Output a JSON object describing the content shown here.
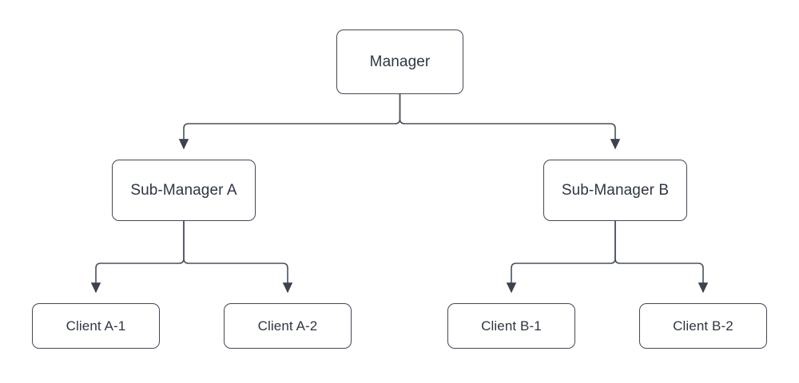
{
  "diagram": {
    "type": "org-chart-tree",
    "orientation": "top-down",
    "background_color": "#ffffff",
    "node_border_color": "#424855",
    "node_fill_color": "#ffffff",
    "edge_color": "#4a515c",
    "text_color": "#2f3542",
    "nodes": {
      "root": {
        "label": "Manager"
      },
      "mid_a": {
        "label": "Sub-Manager A"
      },
      "mid_b": {
        "label": "Sub-Manager B"
      },
      "leaf_a1": {
        "label": "Client A-1"
      },
      "leaf_a2": {
        "label": "Client A-2"
      },
      "leaf_b1": {
        "label": "Client B-1"
      },
      "leaf_b2": {
        "label": "Client B-2"
      }
    },
    "edges": [
      {
        "from": "Manager",
        "to": "Sub-Manager A",
        "arrow": "triangle"
      },
      {
        "from": "Manager",
        "to": "Sub-Manager B",
        "arrow": "triangle"
      },
      {
        "from": "Sub-Manager A",
        "to": "Client A-1",
        "arrow": "triangle"
      },
      {
        "from": "Sub-Manager A",
        "to": "Client A-2",
        "arrow": "triangle"
      },
      {
        "from": "Sub-Manager B",
        "to": "Client B-1",
        "arrow": "triangle"
      },
      {
        "from": "Sub-Manager B",
        "to": "Client B-2",
        "arrow": "triangle"
      }
    ]
  }
}
